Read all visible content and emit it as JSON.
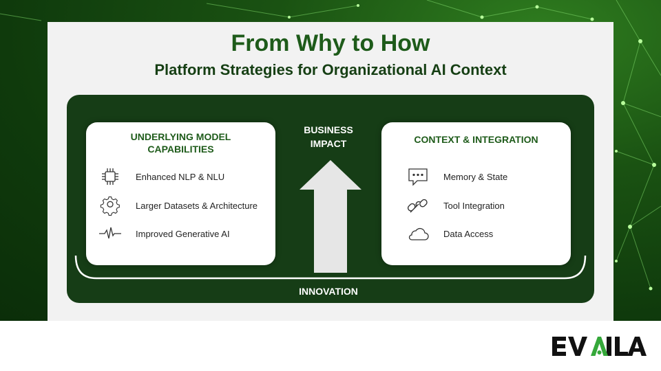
{
  "slide": {
    "title": "From Why to How",
    "subtitle": "Platform Strategies for Organizational AI Context"
  },
  "left_box": {
    "title_line1": "UNDERLYING MODEL",
    "title_line2": "CAPABILITIES",
    "items": [
      {
        "label": "Enhanced NLP & NLU",
        "icon": "chip-icon"
      },
      {
        "label": "Larger Datasets & Architecture",
        "icon": "gear-icon"
      },
      {
        "label": "Improved Generative AI",
        "icon": "pulse-icon"
      }
    ]
  },
  "center": {
    "label_line1": "BUSINESS",
    "label_line2": "IMPACT",
    "bottom_label": "INNOVATION"
  },
  "right_box": {
    "title": "CONTEXT & INTEGRATION",
    "items": [
      {
        "label": "Memory & State",
        "icon": "chat-bubble-icon"
      },
      {
        "label": "Tool Integration",
        "icon": "link-icon"
      },
      {
        "label": "Data Access",
        "icon": "cloud-icon"
      }
    ]
  },
  "logo": {
    "text": "EVAILA"
  },
  "colors": {
    "dark_green": "#163d16",
    "title_green": "#1e5b1a",
    "accent_green": "#35a83a"
  }
}
